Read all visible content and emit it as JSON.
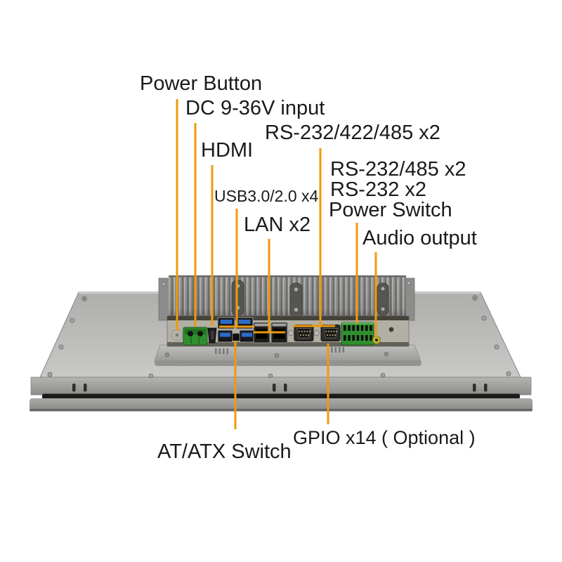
{
  "page": {
    "title": "Industrial panel PC rear I/O annotation diagram",
    "background_color": "#ffffff"
  },
  "style": {
    "leader_line_color": "#EE9A0C",
    "text_color": "#1A1A1A",
    "device_body_color": "#BFBFBD",
    "heatsink_color": "#8F8F8D",
    "terminal_block_color": "#2F8F2F",
    "usb_tongue_color": "#2A6CC8",
    "audio_jack_color": "#B8B535"
  },
  "labels": [
    {
      "id": "power-button",
      "text": "Power Button"
    },
    {
      "id": "dc-input",
      "text": "DC 9-36V input"
    },
    {
      "id": "hdmi",
      "text": "HDMI"
    },
    {
      "id": "usb",
      "text": "USB3.0/2.0 x4"
    },
    {
      "id": "lan",
      "text": "LAN x2"
    },
    {
      "id": "rs232-422-485",
      "text": "RS-232/422/485 x2"
    },
    {
      "id": "rs232-485",
      "text": "RS-232/485 x2"
    },
    {
      "id": "rs232",
      "text": "RS-232 x2"
    },
    {
      "id": "power-switch",
      "text": "Power Switch"
    },
    {
      "id": "audio-output",
      "text": "Audio output"
    },
    {
      "id": "at-atx-switch",
      "text": "AT/ATX Switch"
    },
    {
      "id": "gpio",
      "text": "GPIO x14 ( Optional )"
    }
  ],
  "device": {
    "view": "rear view of fanless touch panel PC with finned heatsink",
    "ports": [
      "power-button",
      "dc-input-terminal",
      "hdmi-port",
      "usb-ports-x4",
      "lan-ports-x2",
      "serial-db9-port-1",
      "serial-db9-port-2",
      "io-terminal-block",
      "audio-jack",
      "at-atx-switch"
    ]
  }
}
